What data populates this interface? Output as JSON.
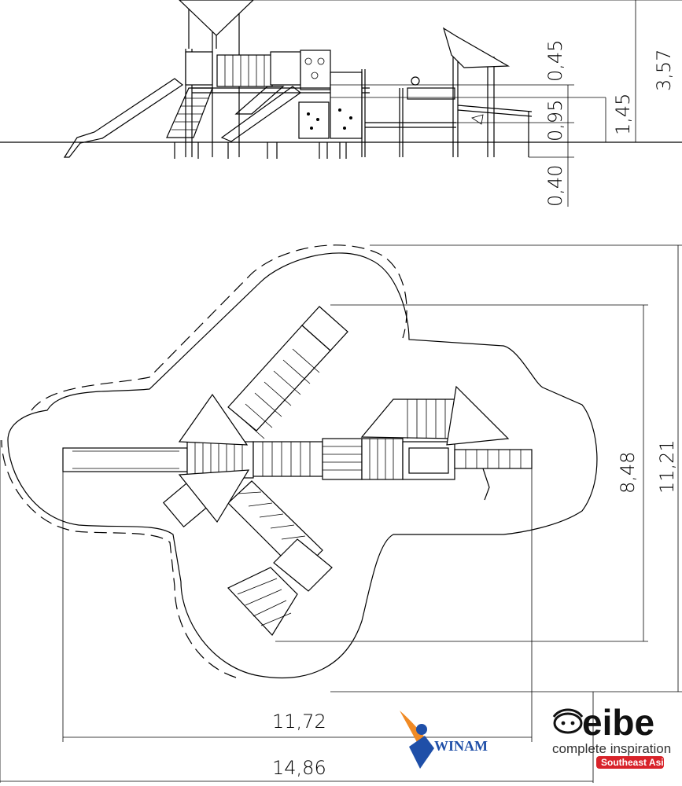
{
  "elevation": {
    "dims": {
      "total_height": "3,57",
      "platform_high": "1,45",
      "roof_offset": "0,45",
      "platform_low": "0,95",
      "foundation_depth": "0,40"
    }
  },
  "plan": {
    "dims": {
      "equipment_length": "11,72",
      "area_length": "14,86",
      "equipment_width": "8,48",
      "area_width": "11,21"
    }
  },
  "logos": {
    "winam": "WINAM",
    "eibe": "eibe",
    "eibe_tagline": "complete inspiration",
    "eibe_region": "Southeast Asia",
    "colors": {
      "eibe_red": "#d8232a",
      "winam_blue": "#1f4fa8",
      "winam_orange": "#f08a24"
    }
  }
}
